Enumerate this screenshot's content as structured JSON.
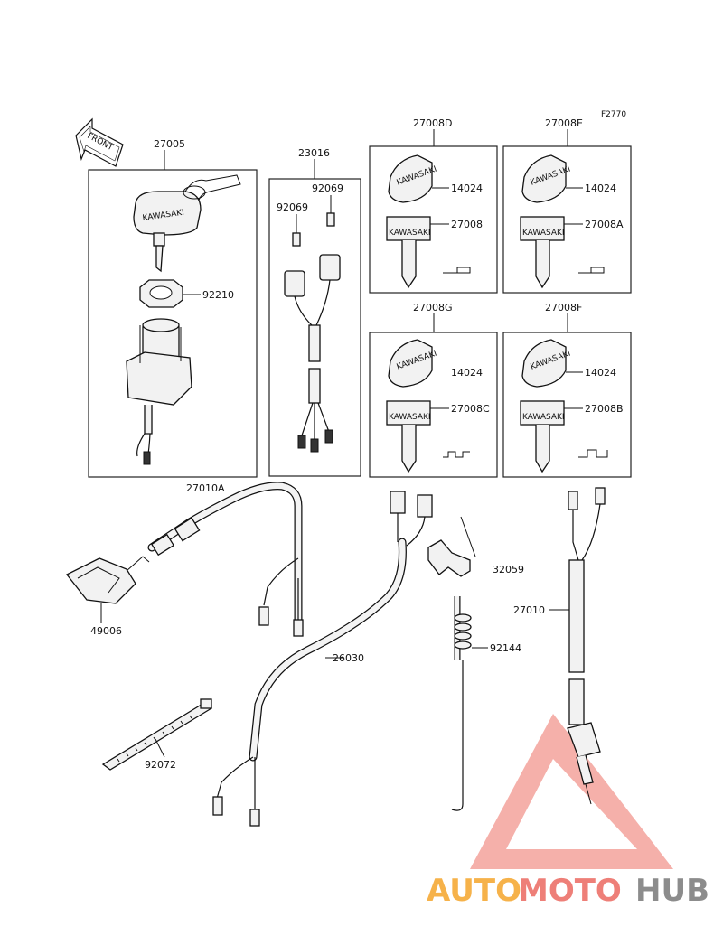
{
  "figure_code": "F2770",
  "front_arrow_label": "FRONT",
  "kit_boxes": {
    "ignition_switch": {
      "code": "27005"
    },
    "lead_harness": {
      "code": "23016"
    },
    "key_set_d": {
      "code": "27008D",
      "knob": "14024",
      "key": "27008"
    },
    "key_set_e": {
      "code": "27008E",
      "knob": "14024",
      "key": "27008A"
    },
    "key_set_g": {
      "code": "27008G",
      "knob": "14024",
      "key": "27008C"
    },
    "key_set_f": {
      "code": "27008F",
      "knob": "14024",
      "key": "27008B"
    }
  },
  "callouts": {
    "nut": "92210",
    "cap_right": "92069",
    "cap_left": "92069",
    "switch_assy": "27010A",
    "cover": "49006",
    "harness": "26030",
    "bracket": "32059",
    "switch_right": "27010",
    "tube": "92144",
    "band": "92072"
  },
  "key_brand": "KAWASAKI",
  "watermark": {
    "part1": "AUTO",
    "part2": "MOTO",
    "part3": "HUB"
  }
}
